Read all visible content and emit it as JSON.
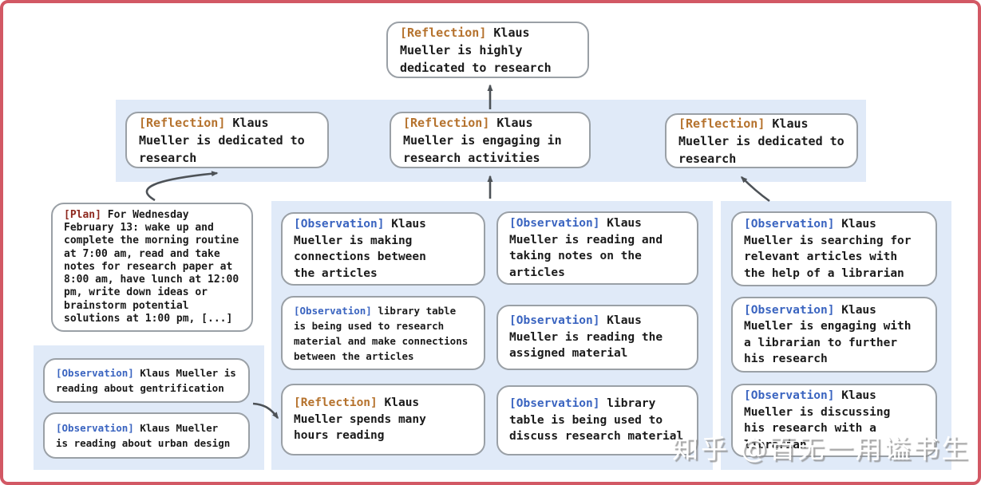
{
  "colors": {
    "frame": "#d25864",
    "band": "#e0eaf8",
    "node-border": "#9aa0a6",
    "arrow": "#4d5257",
    "reflection": "#b5722d",
    "observation": "#3a64c0",
    "plan": "#8e281e",
    "text": "#1a1a1a",
    "watermark": "#ffffff"
  },
  "nodes": {
    "top": {
      "tag": "[Reflection]",
      "text": "Klaus\nMueller is highly\ndedicated to research"
    },
    "row2_left": {
      "tag": "[Reflection]",
      "text": "Klaus\nMueller is dedicated to\nresearch"
    },
    "row2_mid": {
      "tag": "[Reflection]",
      "text": "Klaus\nMueller is engaging in\nresearch activities"
    },
    "row2_right": {
      "tag": "[Reflection]",
      "text": "Klaus\nMueller is dedicated to\nresearch"
    },
    "plan": {
      "tag": "[Plan]",
      "text": "For Wednesday\nFebruary 13: wake up and\ncomplete the morning routine\nat 7:00 am, read and take\nnotes for research paper at\n8:00 am, have lunch at 12:00\npm, write down ideas or\nbrainstorm potential\nsolutions at 1:00 pm, [...]"
    },
    "left_obs_1": {
      "tag": "[Observation]",
      "text": "Klaus Mueller is\nreading about gentrification"
    },
    "left_obs_2": {
      "tag": "[Observation]",
      "text": "Klaus Mueller\nis reading about urban design"
    },
    "mid_a1": {
      "tag": "[Observation]",
      "text": "Klaus\nMueller is making\nconnections between\nthe articles"
    },
    "mid_a2": {
      "tag": "[Observation]",
      "text": "library table\nis being used to research\nmaterial and make connections\nbetween the articles"
    },
    "mid_a3": {
      "tag": "[Reflection]",
      "text": "Klaus\nMueller spends many\nhours reading"
    },
    "mid_b1": {
      "tag": "[Observation]",
      "text": "Klaus\nMueller is reading and\ntaking notes on the\narticles"
    },
    "mid_b2": {
      "tag": "[Observation]",
      "text": "Klaus\nMueller is reading the\nassigned material"
    },
    "mid_b3": {
      "tag": "[Observation]",
      "text": "library\ntable is being used to\ndiscuss research material"
    },
    "right_1": {
      "tag": "[Observation]",
      "text": "Klaus\nMueller is searching for\nrelevant articles with\nthe help of a librarian"
    },
    "right_2": {
      "tag": "[Observation]",
      "text": "Klaus\nMueller is engaging with\na librarian to further\nhis research"
    },
    "right_3": {
      "tag": "[Observation]",
      "text": "Klaus\nMueller is discussing\nhis research with a\nlibrarian"
    }
  },
  "watermark": {
    "text": "知乎 @百无一用谥书生"
  }
}
